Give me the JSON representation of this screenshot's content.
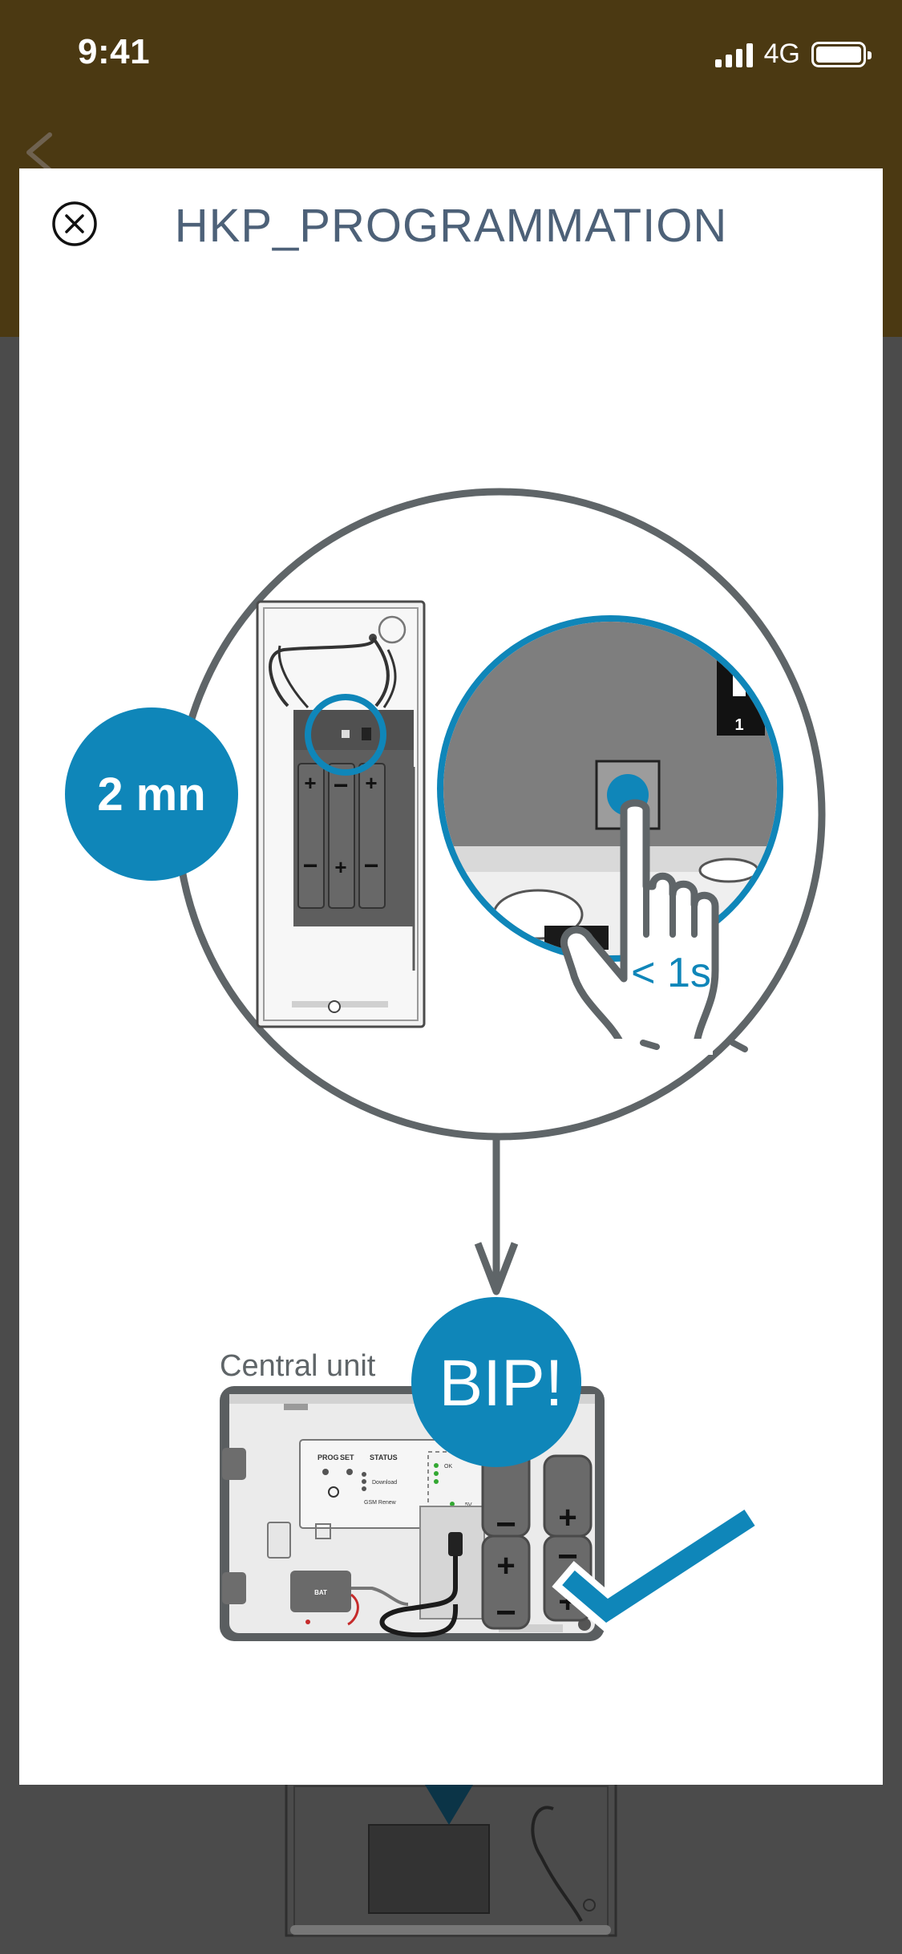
{
  "status_bar": {
    "time": "9:41",
    "network": "4G"
  },
  "modal": {
    "title": "HKP_PROGRAMMATION"
  },
  "illustration": {
    "timer_label": "2 mn",
    "press_label": "< 1s",
    "central_unit_label": "Central unit",
    "beep_label": "BIP!",
    "panel_labels": {
      "prog": "PROG",
      "set": "SET",
      "status": "STATUS",
      "download": "Download",
      "ok": "OK",
      "gsm": "GSM Renew",
      "five_v": "5V",
      "bat": "BAT"
    },
    "dip_number": "1"
  },
  "colors": {
    "accent_blue": "#0f86b9",
    "header_brown": "#4b3912",
    "title_text": "#4d6178",
    "line_gray": "#5f6568"
  }
}
